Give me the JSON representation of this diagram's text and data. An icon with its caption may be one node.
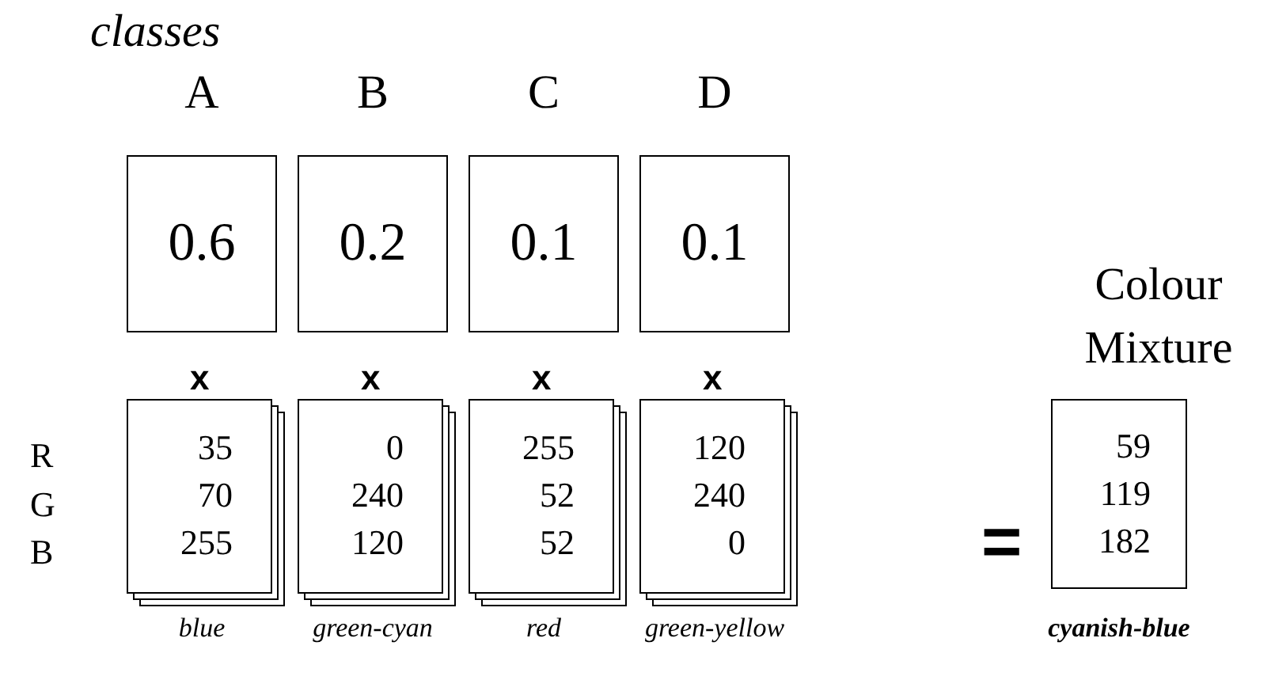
{
  "diagram": {
    "nodes": [
      {
        "text": [
          "A",
          "0.6"
        ]
      },
      {
        "text": [
          "B",
          "0.2"
        ]
      },
      {
        "text": [
          "C",
          "0.1"
        ]
      },
      {
        "text": [
          "D",
          "0.1"
        ]
      },
      {
        "text": [
          "35 70 255"
        ],
        "beside": [
          "blue"
        ]
      },
      {
        "text": [
          "0 240 120"
        ],
        "beside": [
          "green-cyan"
        ]
      },
      {
        "text": [
          "255 52 52"
        ],
        "beside": [
          "red"
        ]
      },
      {
        "text": [
          "120 240 0"
        ],
        "beside": [
          "green-yellow"
        ]
      },
      {
        "text": [
          "Colour Mixture",
          "59 119 182"
        ],
        "beside": [
          "cyanish-blue"
        ]
      }
    ],
    "labels": [
      "classes",
      "x",
      "x",
      "x",
      "x",
      "R",
      "G",
      "B",
      "="
    ]
  }
}
